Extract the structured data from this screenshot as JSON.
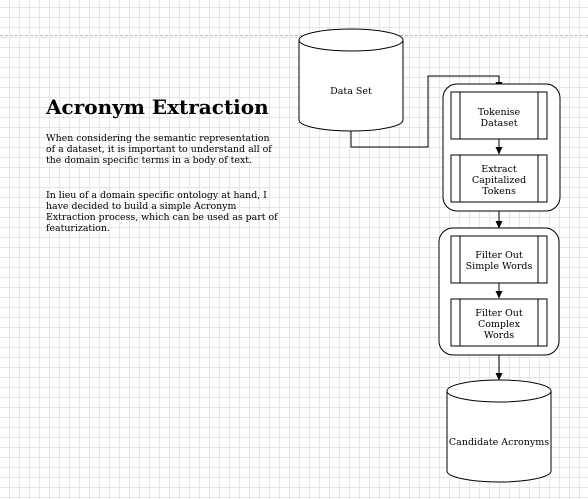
{
  "document": {
    "title": "Acronym Extraction",
    "paragraphs": [
      "When considering the semantic representation of a dataset, it is important to understand all of the domain specific terms in a body of text.",
      "In lieu of a domain specific ontology at hand, I have decided to build a simple Acronym Extraction process, which can be used as part of featurization."
    ]
  },
  "diagram": {
    "data_set": "Data Set",
    "group1": {
      "tokenise": [
        "Tokenise",
        "Dataset"
      ],
      "extract": [
        "Extract",
        "Capitalized",
        "Tokens"
      ]
    },
    "group2": {
      "simple": [
        "Filter Out",
        "Simple Words"
      ],
      "complex": [
        "Filter Out",
        "Complex",
        "Words"
      ]
    },
    "output": "Candidate Acronyms"
  }
}
